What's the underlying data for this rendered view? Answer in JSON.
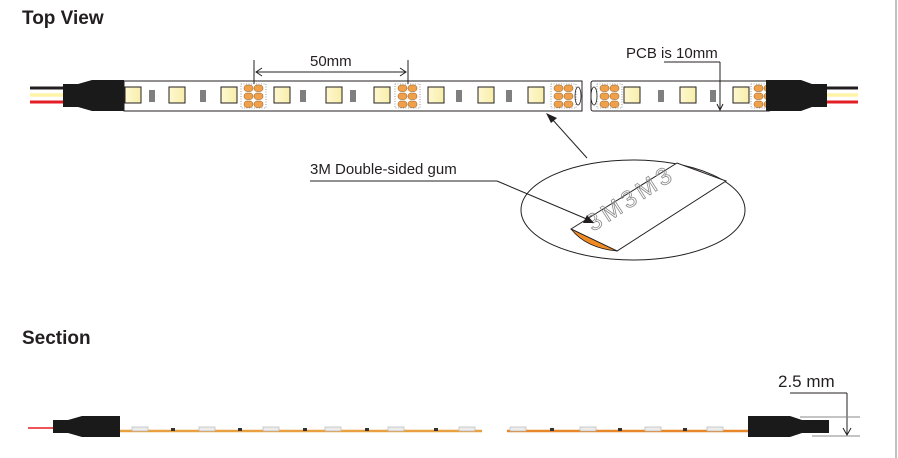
{
  "top_view": {
    "heading": "Top View",
    "pitch_label": "50mm",
    "pcb_label": "PCB is 10mm",
    "tape_label": "3M Double-sided gum",
    "tape_text": "3M3M3"
  },
  "section": {
    "heading": "Section",
    "height_label": "2.5 mm"
  },
  "colors": {
    "wire_black": "#231f20",
    "wire_white": "#fff3a8",
    "wire_red": "#e31e24",
    "led_fill": "#fdf6c8",
    "solder_pad": "#f0a04b",
    "pcb_edge": "#e8922e",
    "resistor": "#7f7f7f",
    "connector": "#1a1a1a"
  }
}
